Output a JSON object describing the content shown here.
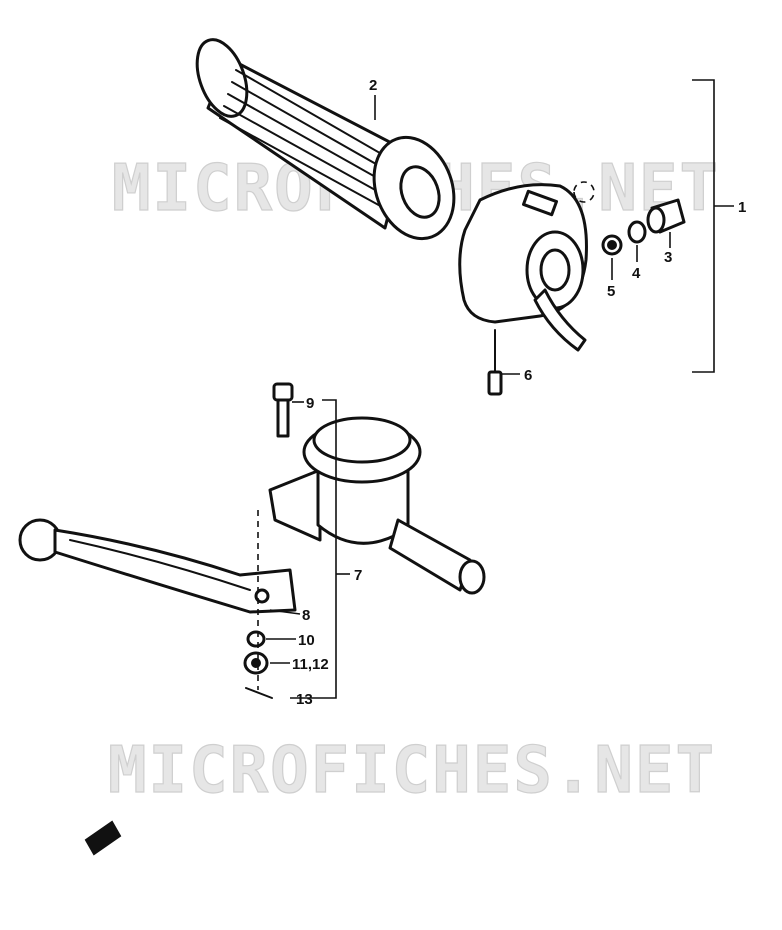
{
  "watermark": {
    "text": "MICROFICHES.NET"
  },
  "callouts": {
    "c1": "1",
    "c2": "2",
    "c3": "3",
    "c4": "4",
    "c5": "5",
    "c6": "6",
    "c7": "7",
    "c8": "8",
    "c9": "9",
    "c10": "10",
    "c11": "11,12",
    "c13": "13"
  }
}
